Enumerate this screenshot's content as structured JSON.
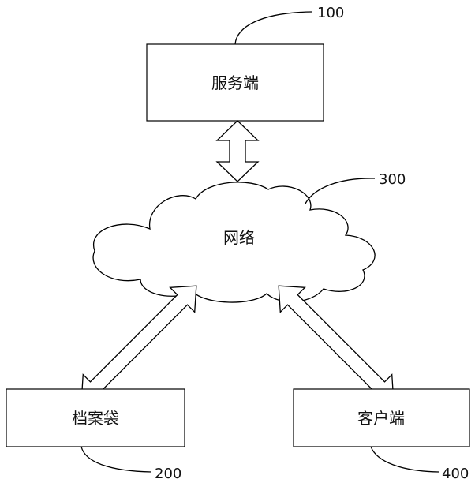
{
  "nodes": {
    "server": {
      "label": "服务端",
      "ref": "100"
    },
    "network": {
      "label": "网络",
      "ref": "300"
    },
    "archive_bag": {
      "label": "档案袋",
      "ref": "200"
    },
    "client": {
      "label": "客户端",
      "ref": "400"
    }
  }
}
